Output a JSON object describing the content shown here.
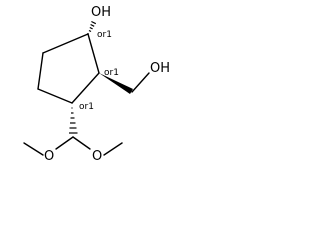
{
  "molecule": {
    "atoms": {
      "hydroxyl_top": "OH",
      "hydroxyl_methyl": "OH",
      "methoxy_left": "O",
      "methoxy_right": "O"
    },
    "stereo_labels": {
      "c1": "or1",
      "c2": "or1",
      "c3": "or1"
    }
  }
}
